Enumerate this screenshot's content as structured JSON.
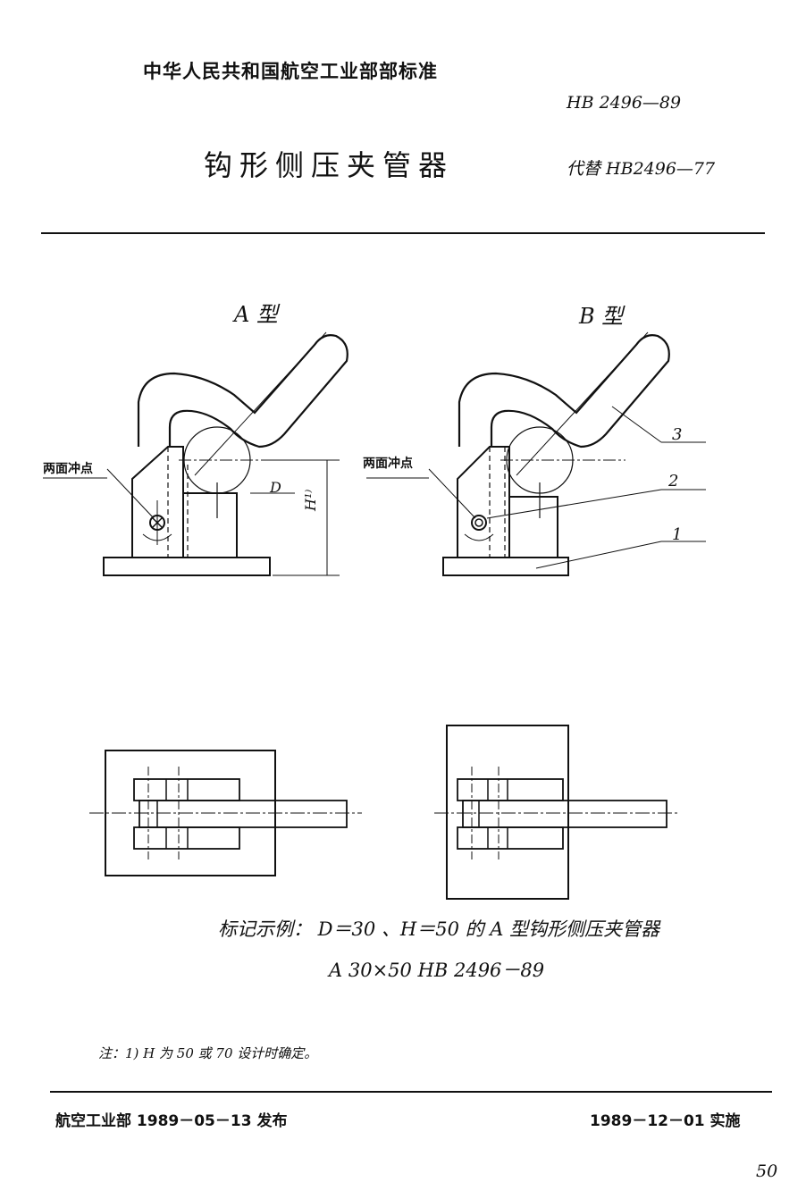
{
  "header": {
    "organization": "中华人民共和国航空工业部部标准",
    "standard_number": "HB 2496—89",
    "title": "钩形侧压夹管器",
    "replaces": "代替 HB2496—77"
  },
  "figures": {
    "type_a_label": "A  型",
    "type_b_label": "B  型",
    "punch_note_a": "两面冲点",
    "punch_note_b": "两面冲点",
    "dim_d": "D",
    "dim_h": "H¹⁾",
    "part_3": "3",
    "part_2": "2",
    "part_1": "1"
  },
  "marking": {
    "line1": "标记示例：  D＝30 、H＝50 的 A 型钩形侧压夹管器",
    "line2": "A  30×50  HB 2496－89"
  },
  "note": "注：1)  H 为 50 或 70 设计时确定。",
  "footer": {
    "issue": "航空工业部  1989－05－13    发布",
    "implement": "1989－12－01    实施",
    "page_number": "50"
  }
}
